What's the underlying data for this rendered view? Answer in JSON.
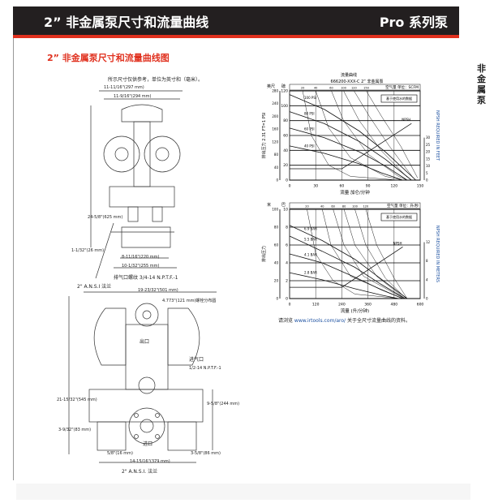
{
  "header": {
    "title": "2” 非金属泵尺寸和流量曲线",
    "series": "Pro 系列泵"
  },
  "side_tab": "非金属泵",
  "subtitle": "2” 非金属泵尺寸和流量曲线图",
  "drawing": {
    "note": "所示尺寸仅供参考，单位为英寸和（毫米）。",
    "dims": [
      "11-11/16\"(297 mm)",
      "11-9/16\"(294 mm)",
      "24-5/8\"(625 mm)",
      "1-1/32\"(26 mm)",
      "8-11/16\"(220 mm)",
      "10-1/32\"(255 mm)",
      "排气口螺纹 3/4-14 N.P.T.F.-1",
      "2\" A.N.S.I 法兰",
      "19-23/32\"(501 mm)",
      "4.773\"(121 mm)螺栓分布圆",
      "出口",
      "进气口",
      "1/2-14 N.P.T.F.-1",
      "21-15/32\"(545 mm)",
      "9-5/8\"(244 mm)",
      "3-9/32\"(83 mm)",
      "5/8\"(16 mm)",
      "3-5/8\"(86 mm)",
      "14-15/16\"(379 mm)",
      "进口",
      "2\" A.N.S.I. 法兰"
    ]
  },
  "chart_data": [
    {
      "type": "line",
      "title_top": "流量曲线",
      "title": "666200-XXX-C 2” 非金属泵",
      "air_label": "空气量 单位：SCFM",
      "legend": "基于使用水的数据",
      "xlabel": "流量 加仑/分钟",
      "ylabel": "排出压力 2.31 FT=1 PSI",
      "ylabel_units": [
        "英尺",
        "磅"
      ],
      "y2label": "NPSH REQUIRED IN FEET",
      "xlim": [
        0,
        150
      ],
      "xticks": [
        0,
        30,
        60,
        90,
        120,
        150
      ],
      "ylim": [
        0,
        120
      ],
      "yticks": [
        0,
        20,
        40,
        60,
        80,
        100,
        120
      ],
      "y_outer_ticks": [
        0,
        40,
        80,
        120,
        160,
        200,
        240,
        280
      ],
      "y2_ticks": [
        0,
        5,
        10,
        15,
        20,
        25,
        30
      ],
      "y2lim": [
        0,
        63
      ],
      "series": [
        {
          "name": "100 PSI",
          "points": [
            [
              0,
              115
            ],
            [
              40,
              95
            ],
            [
              80,
              66
            ],
            [
              110,
              38
            ],
            [
              145,
              0
            ]
          ]
        },
        {
          "name": "80 PSI",
          "points": [
            [
              0,
              92
            ],
            [
              40,
              76
            ],
            [
              80,
              52
            ],
            [
              110,
              28
            ],
            [
              140,
              0
            ]
          ]
        },
        {
          "name": "60 PSI",
          "points": [
            [
              0,
              70
            ],
            [
              40,
              57
            ],
            [
              80,
              38
            ],
            [
              110,
              19
            ],
            [
              135,
              0
            ]
          ]
        },
        {
          "name": "40 PSI",
          "points": [
            [
              0,
              46
            ],
            [
              40,
              36
            ],
            [
              80,
              22
            ],
            [
              105,
              10
            ],
            [
              130,
              0
            ]
          ]
        },
        {
          "name": "NPSH",
          "axis": "y2",
          "points": [
            [
              0,
              8
            ],
            [
              60,
              8
            ],
            [
              140,
              40
            ]
          ]
        }
      ],
      "air_curves": [
        {
          "name": "20",
          "points": [
            [
              15,
              120
            ],
            [
              25,
              60
            ],
            [
              45,
              20
            ],
            [
              70,
              5
            ],
            [
              125,
              0
            ]
          ]
        },
        {
          "name": "40",
          "points": [
            [
              30,
              120
            ],
            [
              45,
              70
            ],
            [
              70,
              30
            ],
            [
              110,
              5
            ],
            [
              130,
              0
            ]
          ]
        },
        {
          "name": "60",
          "points": [
            [
              48,
              120
            ],
            [
              62,
              80
            ],
            [
              90,
              35
            ],
            [
              125,
              5
            ],
            [
              135,
              0
            ]
          ]
        },
        {
          "name": "100",
          "points": [
            [
              62,
              120
            ],
            [
              80,
              80
            ],
            [
              105,
              40
            ],
            [
              135,
              4
            ]
          ]
        },
        {
          "name": "120",
          "points": [
            [
              74,
              120
            ],
            [
              92,
              85
            ],
            [
              115,
              45
            ],
            [
              142,
              3
            ]
          ]
        },
        {
          "name": "150",
          "points": [
            [
              88,
              120
            ],
            [
              106,
              85
            ],
            [
              128,
              45
            ],
            [
              147,
              3
            ]
          ]
        }
      ]
    },
    {
      "type": "line",
      "air_label": "空气量 单位：升/秒",
      "legend": "基于使用水的数据",
      "xlabel": "流量 (升/分钟)",
      "ylabel": "排出压力",
      "ylabel_units": [
        "米",
        "巴"
      ],
      "y2label": "NPSH REQUIRED IN METERS",
      "xlim": [
        0,
        600
      ],
      "xticks": [
        0,
        120,
        240,
        360,
        480,
        600
      ],
      "ylim": [
        0,
        10
      ],
      "yticks": [
        0,
        2,
        4,
        6,
        8,
        10
      ],
      "y_outer_ticks": [
        0,
        20,
        40,
        60,
        80,
        100
      ],
      "y2_ticks": [
        0,
        4,
        8,
        12
      ],
      "y2lim": [
        0,
        19
      ],
      "series": [
        {
          "name": "6.9 BAR",
          "points": [
            [
              0,
              8.2
            ],
            [
              150,
              6.5
            ],
            [
              300,
              4.4
            ],
            [
              420,
              2.2
            ],
            [
              540,
              0
            ]
          ]
        },
        {
          "name": "5.5 BAR",
          "points": [
            [
              0,
              7
            ],
            [
              150,
              5.3
            ],
            [
              300,
              3.5
            ],
            [
              420,
              1.6
            ],
            [
              530,
              0
            ]
          ]
        },
        {
          "name": "4.1 BAR",
          "points": [
            [
              0,
              5
            ],
            [
              150,
              4
            ],
            [
              300,
              2.4
            ],
            [
              420,
              1
            ],
            [
              520,
              0
            ]
          ]
        },
        {
          "name": "2.8 BAR",
          "points": [
            [
              0,
              2.9
            ],
            [
              150,
              2.1
            ],
            [
              300,
              1.1
            ],
            [
              420,
              0.4
            ],
            [
              500,
              0
            ]
          ]
        },
        {
          "name": "NPSH",
          "axis": "y2",
          "points": [
            [
              0,
              2.4
            ],
            [
              240,
              2.4
            ],
            [
              520,
              11
            ]
          ]
        }
      ],
      "air_curves": [
        {
          "name": "20",
          "points": [
            [
              80,
              10
            ],
            [
              120,
              5
            ],
            [
              200,
              2
            ],
            [
              300,
              0.5
            ],
            [
              510,
              0
            ]
          ]
        },
        {
          "name": "40",
          "points": [
            [
              150,
              10
            ],
            [
              190,
              6
            ],
            [
              280,
              2.5
            ],
            [
              520,
              0
            ]
          ]
        },
        {
          "name": "60",
          "points": [
            [
              200,
              10
            ],
            [
              250,
              6
            ],
            [
              340,
              2.5
            ],
            [
              525,
              0
            ]
          ]
        },
        {
          "name": "80",
          "points": [
            [
              250,
              10
            ],
            [
              300,
              6
            ],
            [
              400,
              2.5
            ],
            [
              530,
              0
            ]
          ]
        },
        {
          "name": "100",
          "points": [
            [
              300,
              10
            ],
            [
              350,
              6
            ],
            [
              440,
              2.3
            ],
            [
              535,
              0
            ]
          ]
        },
        {
          "name": "120",
          "points": [
            [
              350,
              10
            ],
            [
              400,
              6
            ],
            [
              480,
              2.3
            ],
            [
              540,
              0
            ]
          ]
        }
      ]
    }
  ],
  "footnote": {
    "pre": "请浏览 ",
    "link": "www.irtools.com/aro/",
    "post": " 关于全尺寸流量曲线的资料。"
  },
  "colors": {
    "accent": "#e0301e",
    "header_bg": "#231f20",
    "y2label": "#1a4fa0"
  }
}
